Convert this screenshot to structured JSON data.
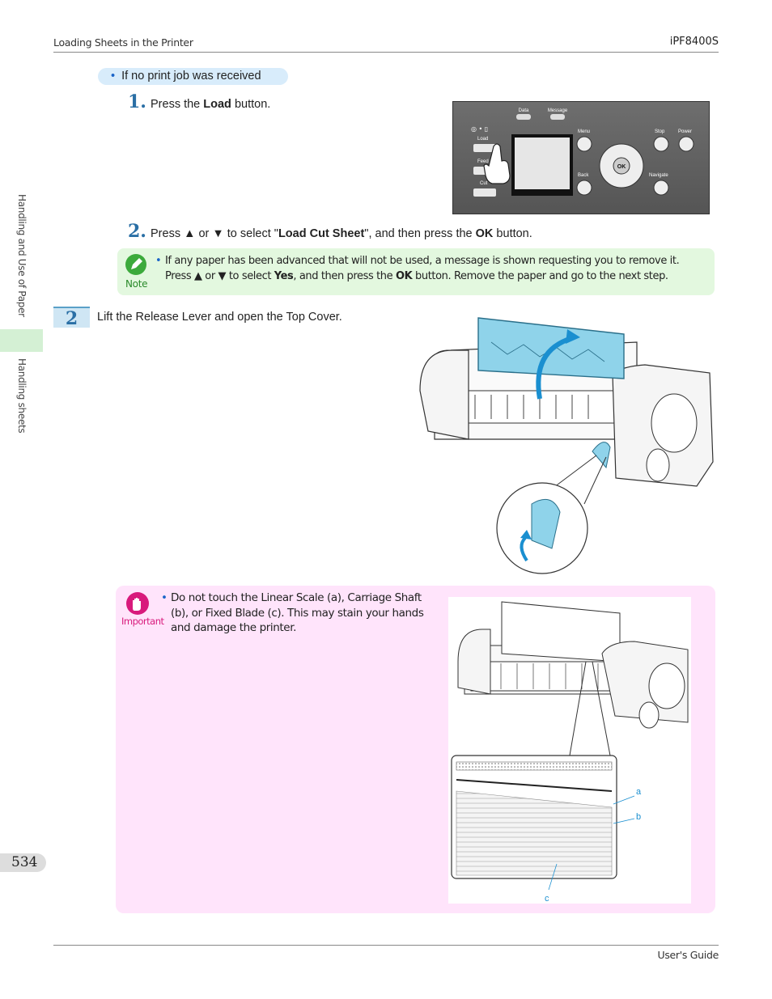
{
  "header": {
    "section": "Loading Sheets in the Printer",
    "model": "iPF8400S"
  },
  "side": {
    "chapter": "Handling and Use of Paper",
    "section": "Handling sheets"
  },
  "condition_pill": "If no print job was received",
  "substeps": [
    {
      "num": "1.",
      "pre": "Press the ",
      "bold": "Load",
      "post": " button."
    },
    {
      "num": "2.",
      "pre": "Press ▲ or ▼ to select \"",
      "bold": "Load Cut Sheet",
      "mid": "\", and then press the ",
      "bold2": "OK",
      "post": " button."
    }
  ],
  "panel": {
    "labels": {
      "data": "Data",
      "message": "Message",
      "load": "Load",
      "feed": "Feed",
      "cut": "Cut",
      "menu": "Menu",
      "back": "Back",
      "stop": "Stop",
      "power": "Power",
      "navigate": "Navigate",
      "ok": "OK"
    }
  },
  "note": {
    "label": "Note",
    "line1": "If any paper has been advanced that will not be used, a message is shown requesting you to remove it.",
    "line2_pre": "Press ▲ or ▼ to select ",
    "line2_b1": "Yes",
    "line2_mid": ", and then press the ",
    "line2_b2": "OK",
    "line2_post": " button. Remove the paper and go to the next step."
  },
  "step2": {
    "num": "2",
    "text": "Lift the Release Lever and open the Top Cover."
  },
  "important": {
    "label": "Important",
    "text": "Do not touch the Linear Scale (a), Carriage Shaft (b), or Fixed Blade (c). This may stain your hands and damage the printer.",
    "callouts": {
      "a": "a",
      "b": "b",
      "c": "c"
    }
  },
  "page_number": "534",
  "footer": "User's Guide",
  "colors": {
    "accent_blue": "#2a6fa5",
    "cover_blue": "#8fd3ea",
    "note_bg": "#e3f8df",
    "important_bg": "#ffe4fb",
    "important_icon": "#d81a7c",
    "note_icon": "#3caa3c"
  }
}
